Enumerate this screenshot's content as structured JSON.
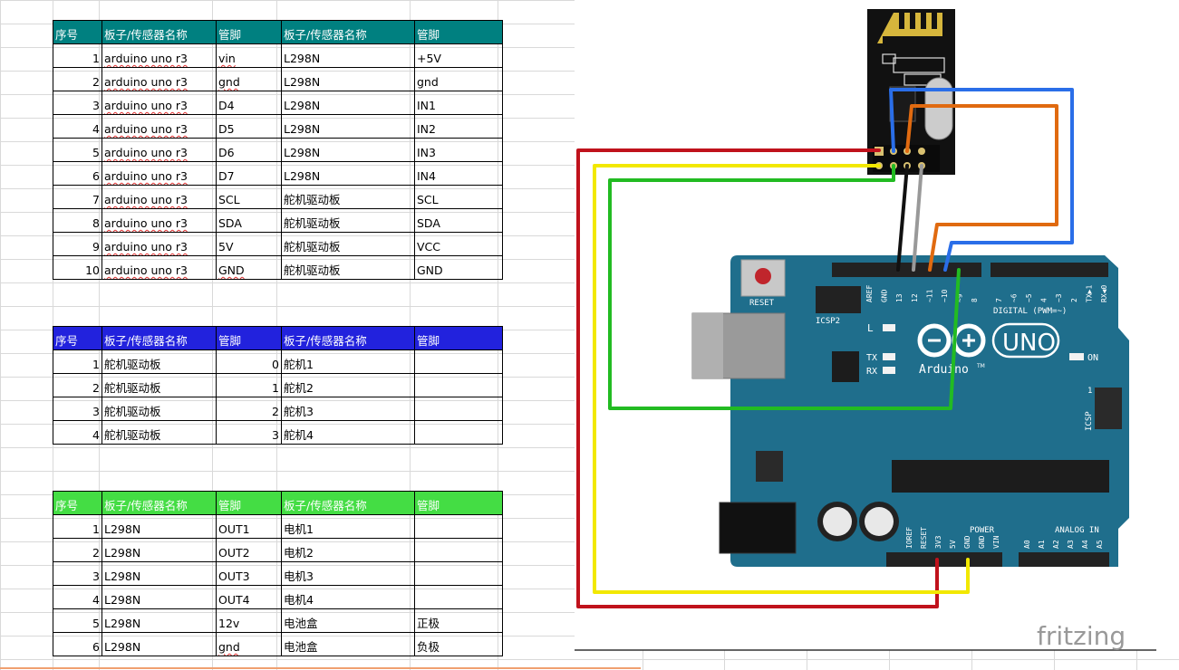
{
  "tables": [
    {
      "header_color": "#008080",
      "headers": [
        "序号",
        "板子/传感器名称",
        "管脚",
        "板子/传感器名称",
        "管脚"
      ],
      "rows": [
        [
          "1",
          "arduino uno r3",
          "vin",
          "L298N",
          "+5V"
        ],
        [
          "2",
          "arduino uno r3",
          "gnd",
          "L298N",
          "gnd"
        ],
        [
          "3",
          "arduino uno r3",
          "D4",
          "L298N",
          "IN1"
        ],
        [
          "4",
          "arduino uno r3",
          "D5",
          "L298N",
          "IN2"
        ],
        [
          "5",
          "arduino uno r3",
          "D6",
          "L298N",
          "IN3"
        ],
        [
          "6",
          "arduino uno r3",
          "D7",
          "L298N",
          "IN4"
        ],
        [
          "7",
          "arduino uno r3",
          "SCL",
          "舵机驱动板",
          "SCL"
        ],
        [
          "8",
          "arduino uno r3",
          "SDA",
          "舵机驱动板",
          "SDA"
        ],
        [
          "9",
          "arduino uno r3",
          "5V",
          "舵机驱动板",
          "VCC"
        ],
        [
          "10",
          "arduino uno r3",
          "GND",
          "舵机驱动板",
          "GND"
        ]
      ]
    },
    {
      "header_color": "#2222dd",
      "headers": [
        "序号",
        "板子/传感器名称",
        "管脚",
        "板子/传感器名称",
        "管脚"
      ],
      "rows": [
        [
          "1",
          "舵机驱动板",
          "0",
          "舵机1",
          ""
        ],
        [
          "2",
          "舵机驱动板",
          "1",
          "舵机2",
          ""
        ],
        [
          "3",
          "舵机驱动板",
          "2",
          "舵机3",
          ""
        ],
        [
          "4",
          "舵机驱动板",
          "3",
          "舵机4",
          ""
        ]
      ]
    },
    {
      "header_color": "#44dd44",
      "headers": [
        "序号",
        "板子/传感器名称",
        "管脚",
        "板子/传感器名称",
        "管脚"
      ],
      "rows": [
        [
          "1",
          "L298N",
          "OUT1",
          "电机1",
          ""
        ],
        [
          "2",
          "L298N",
          "OUT2",
          "电机2",
          ""
        ],
        [
          "3",
          "L298N",
          "OUT3",
          "电机3",
          ""
        ],
        [
          "4",
          "L298N",
          "OUT4",
          "电机4",
          ""
        ],
        [
          "5",
          "L298N",
          "12v",
          "电池盒",
          "正极"
        ],
        [
          "6",
          "L298N",
          "gnd",
          "电池盒",
          "负极"
        ]
      ]
    }
  ],
  "diagram": {
    "board_color": "#1f6e8c",
    "wire_colors": {
      "red": "#c0121c",
      "yellow": "#f2e800",
      "green": "#22bb22",
      "blue": "#2a6ee8",
      "orange": "#e06a10",
      "black": "#111111",
      "gray": "#999999"
    },
    "labels": {
      "uno": "UNO",
      "brand": "Arduino",
      "tm": "TM",
      "reset": "RESET",
      "icsp2": "ICSP2",
      "icsp": "ICSP",
      "icsp_1": "1",
      "digital": "DIGITAL (PWM=~)",
      "power": "POWER",
      "analog_in": "ANALOG IN",
      "on": "ON",
      "l": "L",
      "tx": "TX",
      "rx": "RX",
      "fritzing": "fritzing",
      "top_pins": [
        "AREF",
        "GND",
        "13",
        "12",
        "~11",
        "~10",
        "~9",
        "8",
        "7",
        "~6",
        "~5",
        "4",
        "~3",
        "2",
        "TX▶1",
        "RX◀0"
      ],
      "power_pins": [
        "IOREF",
        "RESET",
        "3V3",
        "5V",
        "GND",
        "GND",
        "VIN"
      ],
      "analog_pins": [
        "A0",
        "A1",
        "A2",
        "A3",
        "A4",
        "A5"
      ]
    }
  }
}
